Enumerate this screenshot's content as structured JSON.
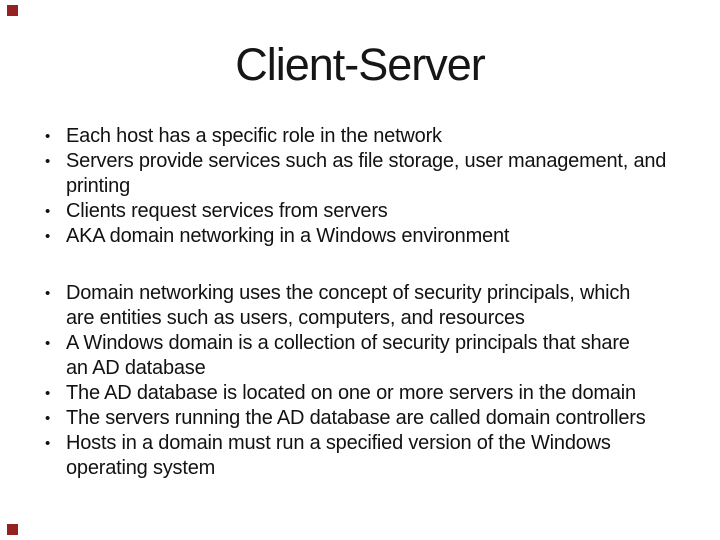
{
  "slide": {
    "title": "Client-Server",
    "bullet_char": "•",
    "colors": {
      "background": "#ffffff",
      "text": "#121212",
      "corner_marker": "#962121"
    },
    "bullet_groups": [
      {
        "items": [
          {
            "lines": [
              "Each host has a specific role in the network"
            ]
          },
          {
            "lines": [
              "Servers provide services such as file storage, user management, and",
              "printing"
            ]
          },
          {
            "lines": [
              "Clients request services from servers"
            ]
          },
          {
            "lines": [
              "AKA domain networking in a Windows environment"
            ]
          }
        ]
      },
      {
        "items": [
          {
            "lines": [
              "Domain networking uses the concept of security principals, which",
              "are entities such as users, computers, and resources"
            ]
          },
          {
            "lines": [
              "A Windows domain is a collection of security principals that share",
              "an AD database"
            ]
          },
          {
            "lines": [
              "The AD database is located on one or more servers in the domain"
            ]
          },
          {
            "lines": [
              "The servers running the AD database are called domain controllers"
            ]
          },
          {
            "lines": [
              "Hosts in a domain must run a specified version of the Windows",
              "operating system"
            ]
          }
        ]
      }
    ]
  }
}
